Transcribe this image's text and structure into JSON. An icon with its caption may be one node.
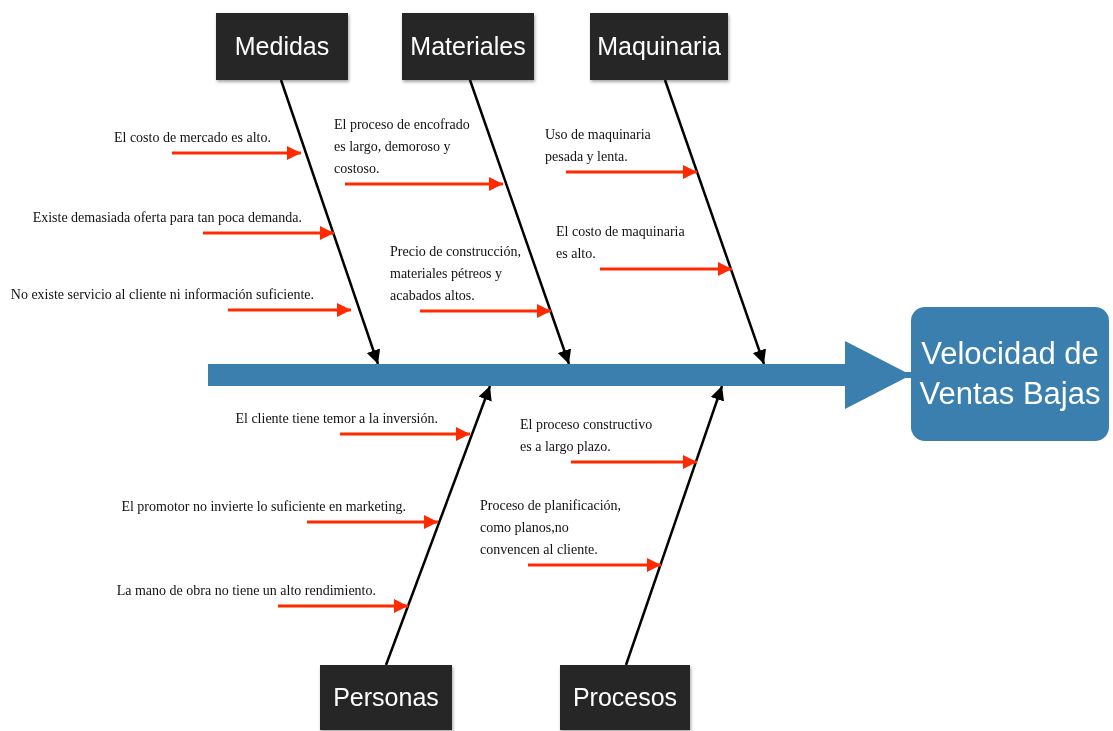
{
  "diagram": {
    "nodes": [
      {
        "text": [
          "Medidas"
        ]
      },
      {
        "text": [
          "Materiales"
        ]
      },
      {
        "text": [
          "Maquinaria"
        ]
      },
      {
        "text": [
          "El costo de mercado es alto."
        ]
      },
      {
        "text": [
          "Existe demasiada oferta para tan poca demanda."
        ]
      },
      {
        "text": [
          "No existe servicio al cliente ni información suficiente."
        ]
      },
      {
        "text": [
          "El proceso de encofrado es largo, demoroso y costoso."
        ]
      },
      {
        "text": [
          "Precio de construcción, materiales pétreos y acabados altos."
        ]
      },
      {
        "text": [
          "Uso de maquinaria pesada y lenta."
        ]
      },
      {
        "text": [
          "El costo de maquinaria es alto."
        ]
      },
      {
        "text": [],
        "shape": "bar"
      },
      {
        "text": [
          "Velocidad de Ventas Bajas"
        ]
      },
      {
        "text": [
          "El cliente tiene temor a la inversión."
        ]
      },
      {
        "text": [
          "El promotor no invierte lo suficiente en marketing."
        ]
      },
      {
        "text": [
          "La mano de obra no tiene un alto rendimiento."
        ]
      },
      {
        "text": [
          "El proceso constructivo es a largo plazo."
        ]
      },
      {
        "text": [
          "Proceso de planificación, como planos,no convencen al cliente."
        ]
      },
      {
        "text": [
          "Personas"
        ]
      },
      {
        "text": [
          "Procesos"
        ]
      }
    ],
    "edges": [
      {
        "from": 0,
        "to": 10,
        "arrow": "to",
        "color": "#000000"
      },
      {
        "from": 1,
        "to": 10,
        "arrow": "to",
        "color": "#000000"
      },
      {
        "from": 2,
        "to": 10,
        "arrow": "to",
        "color": "#000000"
      },
      {
        "from": 17,
        "to": 10,
        "arrow": "to",
        "color": "#000000"
      },
      {
        "from": 18,
        "to": 10,
        "arrow": "to",
        "color": "#000000"
      },
      {
        "from": 10,
        "to": 11,
        "arrow": "to",
        "style": "thick",
        "color": "#3a7fae"
      },
      {
        "from": 3,
        "to": null,
        "arrow": "to"
      },
      {
        "from": 4,
        "to": null,
        "arrow": "to"
      },
      {
        "from": 5,
        "to": null,
        "arrow": "to"
      },
      {
        "from": 6,
        "to": null,
        "arrow": "to"
      },
      {
        "from": 7,
        "to": null,
        "arrow": "to"
      },
      {
        "from": 8,
        "to": null,
        "arrow": "to"
      },
      {
        "from": 9,
        "to": null,
        "arrow": "to"
      },
      {
        "from": 12,
        "to": null,
        "arrow": "to"
      },
      {
        "from": 13,
        "to": null,
        "arrow": "to"
      },
      {
        "from": 14,
        "to": null,
        "arrow": "to"
      },
      {
        "from": 15,
        "to": null,
        "arrow": "to"
      },
      {
        "from": 16,
        "to": null,
        "arrow": "to"
      }
    ]
  }
}
